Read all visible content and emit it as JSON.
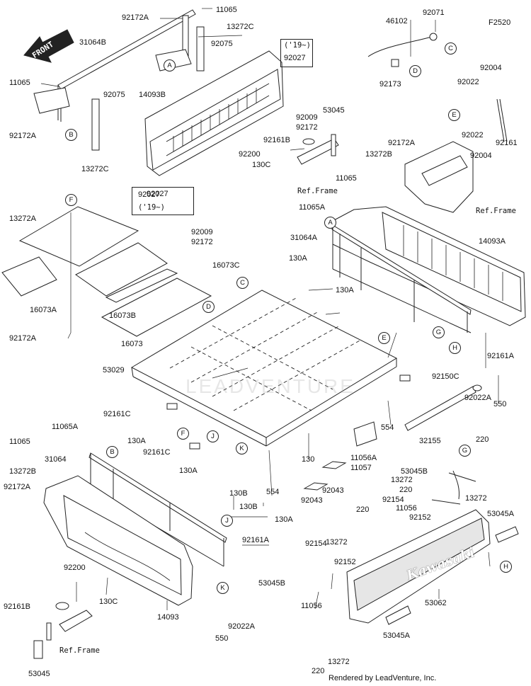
{
  "diagram": {
    "code": "F2520",
    "credit": "Rendered by LeadVenture, Inc.",
    "watermark": "LEADVENTURE",
    "front_label": "FRONT",
    "brand_text": "Kawasaki"
  },
  "callouts": [
    {
      "id": "a1",
      "text": "A"
    },
    {
      "id": "a2",
      "text": "A"
    },
    {
      "id": "b1",
      "text": "B"
    },
    {
      "id": "b2",
      "text": "B"
    },
    {
      "id": "c1",
      "text": "C"
    },
    {
      "id": "c2",
      "text": "C"
    },
    {
      "id": "d1",
      "text": "D"
    },
    {
      "id": "d2",
      "text": "D"
    },
    {
      "id": "e1",
      "text": "E"
    },
    {
      "id": "e2",
      "text": "E"
    },
    {
      "id": "f1",
      "text": "F"
    },
    {
      "id": "f2",
      "text": "F"
    },
    {
      "id": "g1",
      "text": "G"
    },
    {
      "id": "g2",
      "text": "G"
    },
    {
      "id": "h1",
      "text": "H"
    },
    {
      "id": "h2",
      "text": "H"
    },
    {
      "id": "j1",
      "text": "J"
    },
    {
      "id": "j2",
      "text": "J"
    },
    {
      "id": "k1",
      "text": "K"
    },
    {
      "id": "k2",
      "text": "K"
    }
  ],
  "boxes": [
    {
      "id": "box1",
      "line1": "('19~)",
      "line2": "92027"
    },
    {
      "id": "box2",
      "line1": "92027",
      "line2": "('19~)"
    }
  ],
  "parts": [
    "92172A",
    "11065",
    "13272C",
    "31064B",
    "92075",
    "11065",
    "92172A",
    "92075",
    "13272C",
    "14093B",
    "92009",
    "92172",
    "53045",
    "92161B",
    "92200",
    "130C",
    "Ref.Frame",
    "92027",
    "92009",
    "92172",
    "46102",
    "92071",
    "92173",
    "92004",
    "92022",
    "92022",
    "92004",
    "92161",
    "92172A",
    "13272B",
    "Ref.Frame",
    "11065",
    "11065A",
    "31064A",
    "130A",
    "130A",
    "14093A",
    "13272A",
    "16073C",
    "16073A",
    "16073B",
    "16073",
    "92172A",
    "53029",
    "92150C",
    "92161A",
    "92022A",
    "550",
    "32155",
    "92161C",
    "92161C",
    "554",
    "554",
    "11056A",
    "11057",
    "130",
    "92043",
    "92043",
    "130B",
    "130B",
    "11065A",
    "11065",
    "31064",
    "13272B",
    "92172A",
    "130A",
    "130A",
    "130A",
    "92161A",
    "92022A",
    "550",
    "14093",
    "92200",
    "92161B",
    "130C",
    "Ref.Frame",
    "53045",
    "220",
    "53045B",
    "13272",
    "220",
    "13272",
    "92154",
    "11056",
    "92152",
    "53045A",
    "220",
    "13272",
    "92154",
    "92152",
    "53045B",
    "11056",
    "53062",
    "53045A",
    "220",
    "13272"
  ]
}
